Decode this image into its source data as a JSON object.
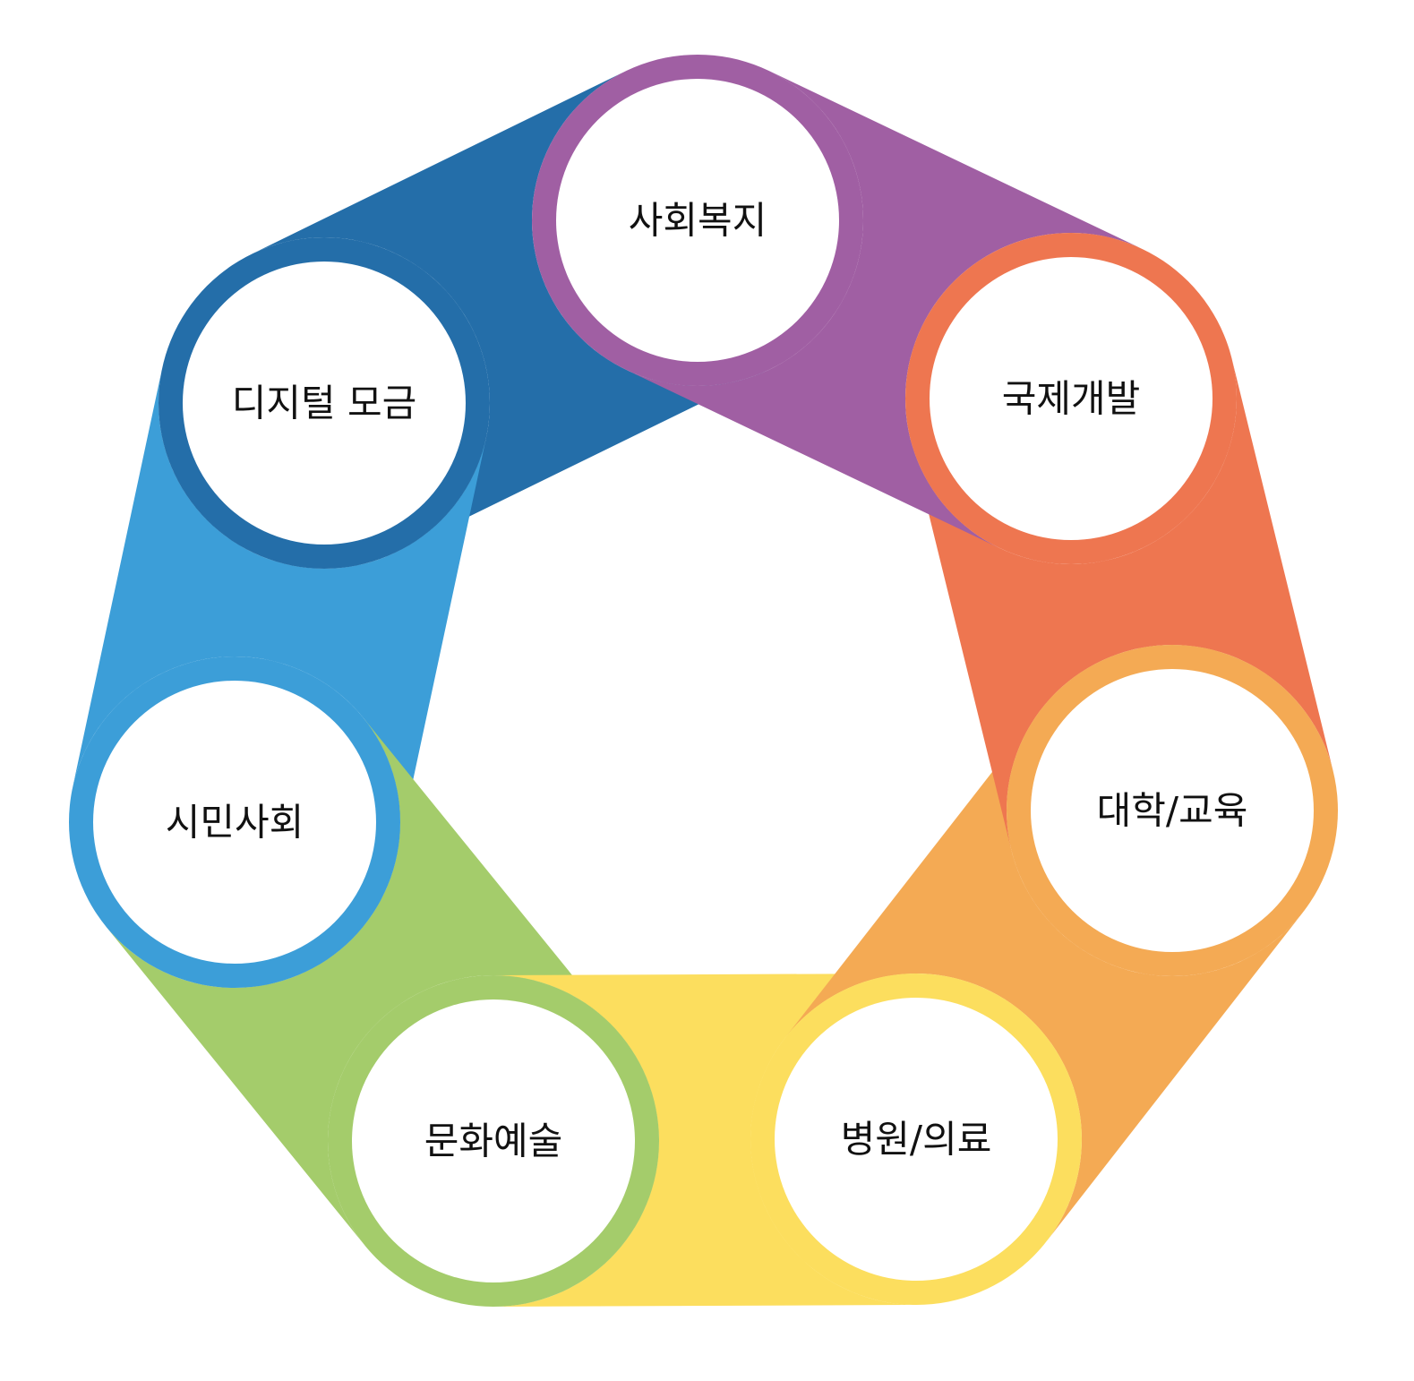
{
  "nodes": [
    {
      "id": "social-welfare",
      "label": "사회복지",
      "color": "#A05FA3"
    },
    {
      "id": "international-development",
      "label": "국제개발",
      "color": "#EE7650"
    },
    {
      "id": "university-education",
      "label": "대학/교육",
      "color": "#F4AA54"
    },
    {
      "id": "hospital-medical",
      "label": "병원/의료",
      "color": "#FCDE5E"
    },
    {
      "id": "culture-arts",
      "label": "문화예술",
      "color": "#A4CC6B"
    },
    {
      "id": "civil-society",
      "label": "시민사회",
      "color": "#3C9ED8"
    },
    {
      "id": "digital-fundraising",
      "label": "디지털 모금",
      "color": "#246EA9"
    }
  ]
}
